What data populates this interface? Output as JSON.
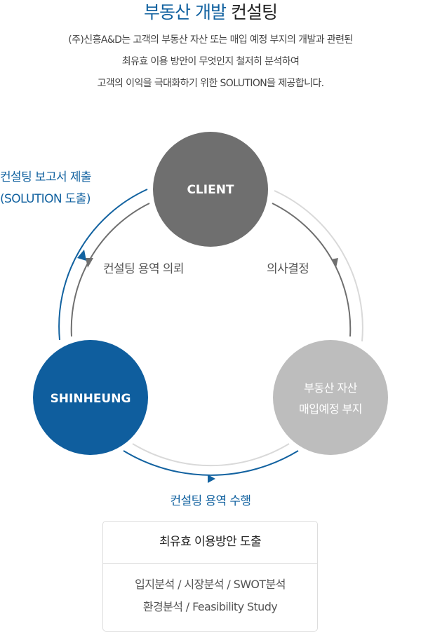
{
  "header": {
    "title_part1": "부동산 개발",
    "title_part2": "컨설팅",
    "description_lines": [
      "(주)신흥A&D는 고객의 부동산 자산 또는 매입 예정 부지의 개발과 관련된",
      "최유효 이용 방안이 무엇인지 철저히 분석하여",
      "고객의 이익을 극대화하기 위한 SOLUTION을 제공합니다."
    ]
  },
  "diagram": {
    "nodes": {
      "client": {
        "label": "CLIENT",
        "color": "#6f6f6f"
      },
      "shinheung": {
        "label": "SHINHEUNG",
        "color": "#0f5e9e"
      },
      "property": {
        "label_line1": "부동산 자산",
        "label_line2": "매입예정 부지",
        "color": "#bdbdbd"
      }
    },
    "flows": {
      "report": {
        "line1": "컨설팅 보고서 제출",
        "line2": "(SOLUTION 도출)"
      },
      "request": "컨설팅 용역 의뢰",
      "decision": "의사결정",
      "execution": "컨설팅 용역 수행"
    },
    "colors": {
      "accent_blue": "#1262a0",
      "arrow_gray": "#6f6f6f",
      "arc_light": "#d9d9d9"
    }
  },
  "result": {
    "heading": "최유효 이용방안 도출",
    "lines": [
      "입지분석 / 시장분석 / SWOT분석",
      "환경분석 / Feasibility Study"
    ]
  }
}
